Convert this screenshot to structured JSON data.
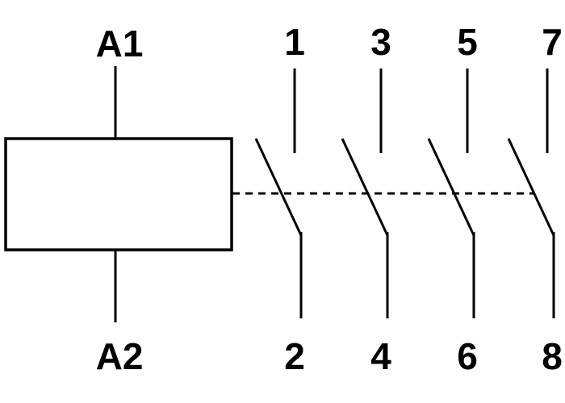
{
  "colors": {
    "line": "#000000",
    "background": "#ffffff"
  },
  "coil": {
    "top_label": "A1",
    "bottom_label": "A2"
  },
  "poles": [
    {
      "top_label": "1",
      "bottom_label": "2"
    },
    {
      "top_label": "3",
      "bottom_label": "4"
    },
    {
      "top_label": "5",
      "bottom_label": "6"
    },
    {
      "top_label": "7",
      "bottom_label": "8"
    }
  ]
}
